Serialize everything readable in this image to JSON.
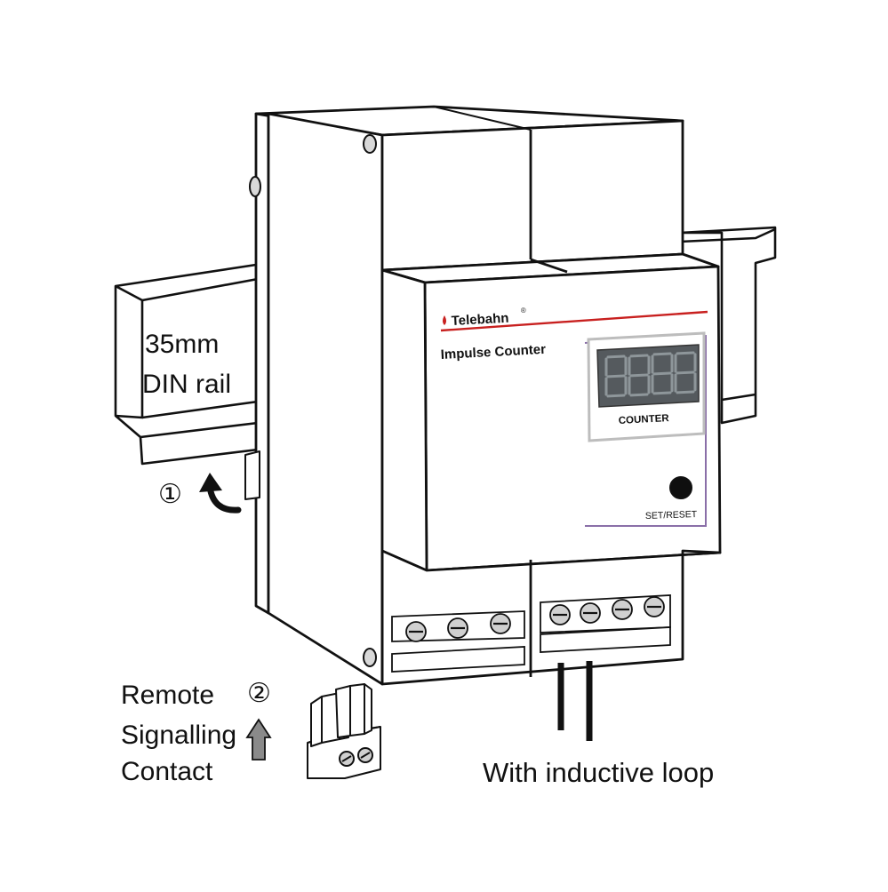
{
  "rail_label": {
    "line1": "35mm",
    "line2": "DIN rail"
  },
  "step1": {
    "symbol": "①"
  },
  "step2": {
    "symbol": "②"
  },
  "remote_label": {
    "line1": "Remote",
    "line2": "Signalling",
    "line3": "Contact"
  },
  "loop_label": "With inductive loop",
  "device": {
    "brand": "Telebahn",
    "brand_mark": "®",
    "product": "Impulse  Counter",
    "display_digits": "8888",
    "display_caption": "COUNTER",
    "button_caption": "SET/RESET"
  },
  "colors": {
    "brand_red": "#c8201f",
    "accent_purple": "#8a6fa8",
    "display_bg": "#555a5e",
    "digit_color": "#8e969a"
  }
}
